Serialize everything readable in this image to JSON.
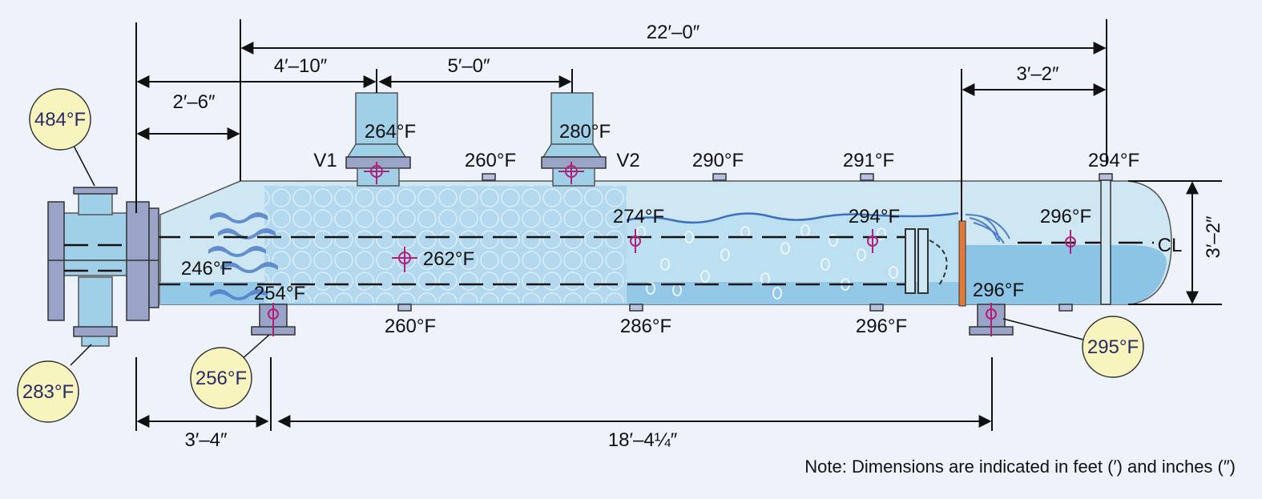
{
  "colors": {
    "background": "#eef2fa",
    "shell_fill": "#bfe0f0",
    "liquid_fill": "#8cc4e6",
    "tube_bundle": "#a9d3ec",
    "probe": "#b0207a",
    "tag_fill": "#f8f4be",
    "weir": "#e07a3a"
  },
  "dimensions": {
    "overall": "22′–0″",
    "nozzle_spacing": "5′–0″",
    "to_v1": "4′–10″",
    "bundle_offset": "2′–6″",
    "weir_to_end": "3′–2″",
    "shell_diameter": "3′–2″",
    "support_offset": "3′–4″",
    "support_spacing": "18′–4¼″"
  },
  "nozzles": {
    "v1": "V1",
    "v2": "V2"
  },
  "centerline": "CL",
  "temperatures": {
    "v1_inside": "264°F",
    "v2_inside": "280°F",
    "top_1": "260°F",
    "top_2": "290°F",
    "top_3": "291°F",
    "top_end": "294°F",
    "bundle_center": "262°F",
    "bundle_inlet": "246°F",
    "support_left_top": "254°F",
    "bottom_1": "260°F",
    "bottom_2": "286°F",
    "bottom_3": "296°F",
    "mid_1": "274°F",
    "mid_2": "294°F",
    "mid_right": "296°F",
    "right_bottom": "296°F"
  },
  "circled_temperatures": {
    "channel_top": "484°F",
    "channel_bottom": "283°F",
    "support_left": "256°F",
    "support_right": "295°F"
  },
  "note": "Note: Dimensions are indicated in feet (′) and inches (″)"
}
